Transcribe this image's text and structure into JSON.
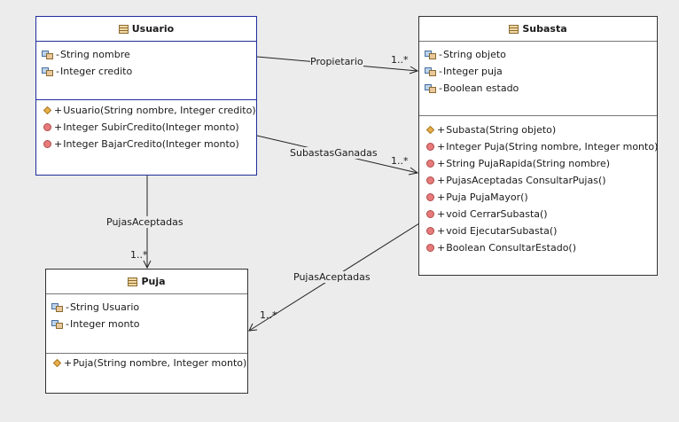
{
  "classes": {
    "usuario": {
      "name": "Usuario",
      "attributes": [
        {
          "vis": "-",
          "text": "String nombre"
        },
        {
          "vis": "-",
          "text": "Integer credito"
        }
      ],
      "operations": [
        {
          "vis": "+",
          "kind": "constructor",
          "text": "Usuario(String nombre, Integer credito)"
        },
        {
          "vis": "+",
          "kind": "method",
          "text": "Integer SubirCredito(Integer monto)"
        },
        {
          "vis": "+",
          "kind": "method",
          "text": "Integer BajarCredito(Integer monto)"
        }
      ]
    },
    "subasta": {
      "name": "Subasta",
      "attributes": [
        {
          "vis": "-",
          "text": "String objeto"
        },
        {
          "vis": "-",
          "text": "Integer puja"
        },
        {
          "vis": "-",
          "text": "Boolean estado"
        }
      ],
      "operations": [
        {
          "vis": "+",
          "kind": "constructor",
          "text": "Subasta(String objeto)"
        },
        {
          "vis": "+",
          "kind": "method",
          "text": "Integer Puja(String nombre, Integer monto)"
        },
        {
          "vis": "+",
          "kind": "method",
          "text": "String PujaRapida(String nombre)"
        },
        {
          "vis": "+",
          "kind": "method",
          "text": "PujasAceptadas ConsultarPujas()"
        },
        {
          "vis": "+",
          "kind": "method",
          "text": "Puja PujaMayor()"
        },
        {
          "vis": "+",
          "kind": "method",
          "text": "void CerrarSubasta()"
        },
        {
          "vis": "+",
          "kind": "method",
          "text": "void EjecutarSubasta()"
        },
        {
          "vis": "+",
          "kind": "method",
          "text": "Boolean ConsultarEstado()"
        }
      ]
    },
    "puja": {
      "name": "Puja",
      "attributes": [
        {
          "vis": "-",
          "text": "String Usuario"
        },
        {
          "vis": "-",
          "text": "Integer monto"
        }
      ],
      "operations": [
        {
          "vis": "+",
          "kind": "constructor",
          "text": "Puja(String nombre, Integer monto)"
        }
      ]
    }
  },
  "associations": {
    "propietario": {
      "label": "Propietario",
      "multiplicity": "1..*"
    },
    "subastas_ganadas": {
      "label": "SubastasGanadas",
      "multiplicity": "1..*"
    },
    "usuario_pujas": {
      "label": "PujasAceptadas",
      "multiplicity": "1..*"
    },
    "subasta_pujas": {
      "label": "PujasAceptadas",
      "multiplicity": "1..*"
    }
  },
  "colors": {
    "background": "#ececec",
    "selected_border": "#1f2d9c",
    "connector": "#222222",
    "constructor_icon": "#e8b04a",
    "method_icon": "#e77a7a"
  }
}
